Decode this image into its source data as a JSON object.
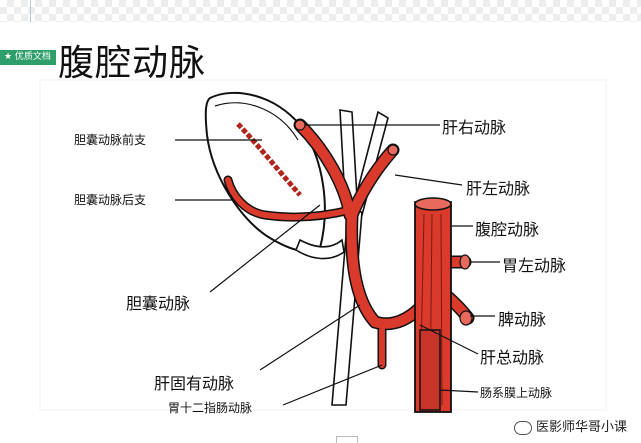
{
  "header": {
    "badge": "★ 优质文档"
  },
  "title": "腹腔动脉",
  "labels": {
    "gallbladder_anterior": "胆囊动脉前支",
    "gallbladder_posterior": "胆囊动脉后支",
    "cystic_artery": "胆囊动脉",
    "proper_hepatic": "肝固有动脉",
    "gastroduodenal": "胃十二指肠动脉",
    "right_hepatic": "肝右动脉",
    "left_hepatic": "肝左动脉",
    "celiac": "腹腔动脉",
    "left_gastric": "胃左动脉",
    "splenic": "脾动脉",
    "common_hepatic": "肝总动脉",
    "sma": "肠系膜上动脉"
  },
  "watermark": "医影师华哥小课",
  "colors": {
    "artery": "#d93a2b",
    "artery_dark": "#8a1c12",
    "badge": "#2e9e6b"
  }
}
